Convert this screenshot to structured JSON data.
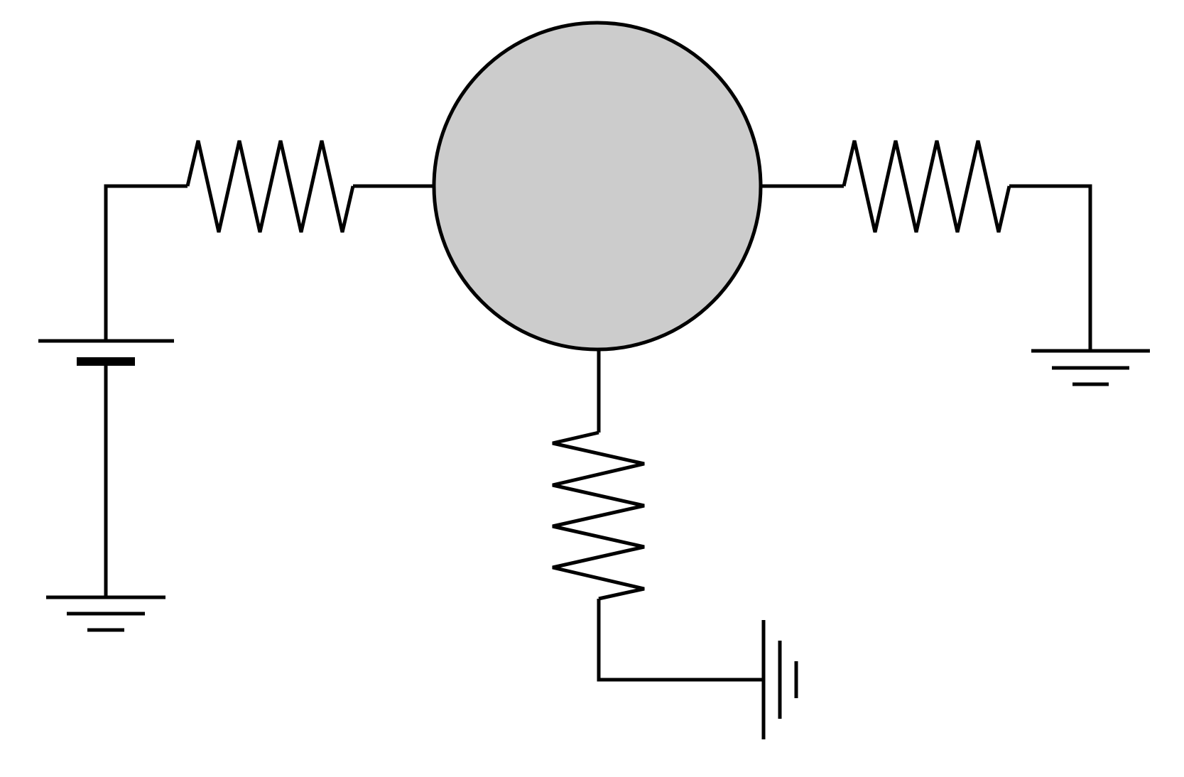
{
  "diagram": {
    "colors": {
      "background": "#ffffff",
      "stroke": "#000000",
      "node_fill": "#cccccc"
    },
    "components": [
      {
        "id": "node",
        "kind": "central-node",
        "icon": "circle"
      },
      {
        "id": "resistor-left",
        "kind": "resistor",
        "icon": "zigzag"
      },
      {
        "id": "resistor-right",
        "kind": "resistor",
        "icon": "zigzag"
      },
      {
        "id": "resistor-bottom",
        "kind": "resistor",
        "icon": "zigzag"
      },
      {
        "id": "battery-left",
        "kind": "battery",
        "icon": "battery"
      },
      {
        "id": "ground-left",
        "kind": "ground",
        "icon": "ground"
      },
      {
        "id": "ground-right",
        "kind": "ground",
        "icon": "ground"
      },
      {
        "id": "ground-bottom",
        "kind": "ground",
        "icon": "ground"
      }
    ]
  }
}
